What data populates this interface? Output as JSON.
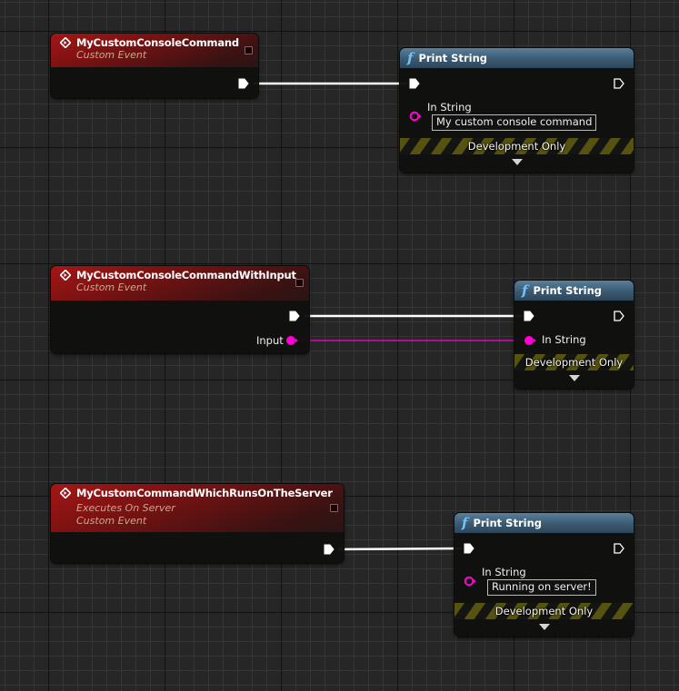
{
  "canvas": {
    "background": "#262626",
    "grid_minor_color": "#353535",
    "grid_major_color": "#121212"
  },
  "colors": {
    "event_header": "#a41616",
    "function_header": "#3a5a72",
    "string_pin": "#ff00d4",
    "exec_wire": "#ffffff",
    "delegate_pin": "#ff3030",
    "dev_only_stripe": "#55530f"
  },
  "events": [
    {
      "title": "MyCustomConsoleCommand",
      "subtitles": [
        "Custom Event"
      ],
      "icon": "event-diamond-icon",
      "outputs": []
    },
    {
      "title": "MyCustomConsoleCommandWithInput",
      "subtitles": [
        "Custom Event"
      ],
      "icon": "event-diamond-icon",
      "outputs": [
        {
          "label": "Input",
          "type": "string"
        }
      ]
    },
    {
      "title": "MyCustomCommandWhichRunsOnTheServer",
      "subtitles": [
        "Executes On Server",
        "Custom Event"
      ],
      "icon": "event-diamond-icon",
      "outputs": []
    }
  ],
  "functions": [
    {
      "title": "Print String",
      "icon": "function-f-icon",
      "in_string_label": "In String",
      "in_string_value": "My custom console command",
      "footer": "Development Only"
    },
    {
      "title": "Print String",
      "icon": "function-f-icon",
      "in_string_label": "In String",
      "in_string_value": null,
      "footer": "Development Only"
    },
    {
      "title": "Print String",
      "icon": "function-f-icon",
      "in_string_label": "In String",
      "in_string_value": "Running on server!",
      "footer": "Development Only"
    }
  ]
}
